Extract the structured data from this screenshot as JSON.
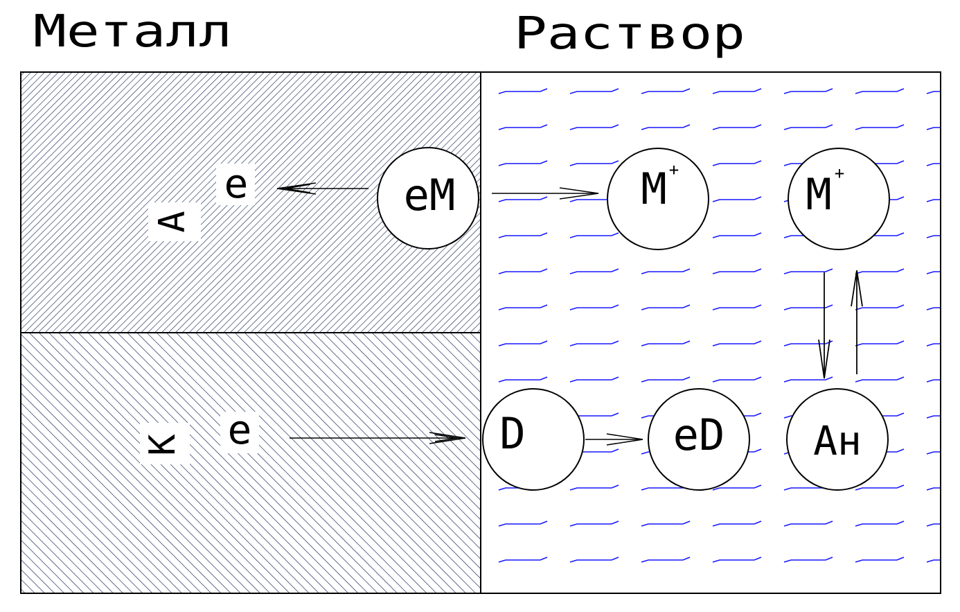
{
  "title_left": "Металл",
  "title_right": "Раствор",
  "metal": {
    "anode_label": "А",
    "cathode_label": "К",
    "electron_top": "е",
    "electron_bottom": "е"
  },
  "particles": {
    "em": "еМ",
    "m_plus_1": "М",
    "m_plus_1_charge": "+",
    "m_plus_2": "М",
    "m_plus_2_charge": "+",
    "d": "D",
    "ed": "еD",
    "an": "Ан"
  },
  "colors": {
    "hatch": "#1f2d5c",
    "solution_dash": "#1515ff",
    "stroke": "#000000",
    "background": "#ffffff"
  }
}
